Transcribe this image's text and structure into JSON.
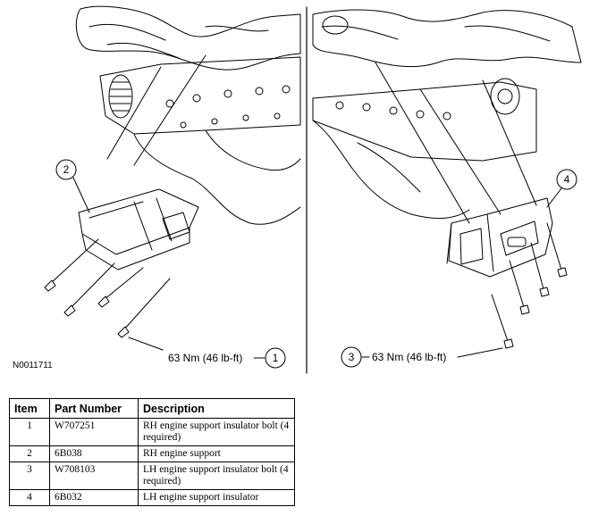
{
  "figure": {
    "id": "N0011711",
    "callouts": [
      {
        "number": "1",
        "torque": "63 Nm (46 lb-ft)"
      },
      {
        "number": "2"
      },
      {
        "number": "3",
        "torque": "63 Nm (46 lb-ft)"
      },
      {
        "number": "4"
      }
    ]
  },
  "legend": {
    "headers": [
      "Item",
      "Part Number",
      "Description"
    ],
    "rows": [
      {
        "item": "1",
        "part_number": "W707251",
        "description": "RH engine support insulator bolt (4 required)"
      },
      {
        "item": "2",
        "part_number": "6B038",
        "description": "RH engine support"
      },
      {
        "item": "3",
        "part_number": "W708103",
        "description": "LH engine support insulator bolt (4 required)"
      },
      {
        "item": "4",
        "part_number": "6B032",
        "description": "LH engine support insulator"
      }
    ]
  }
}
